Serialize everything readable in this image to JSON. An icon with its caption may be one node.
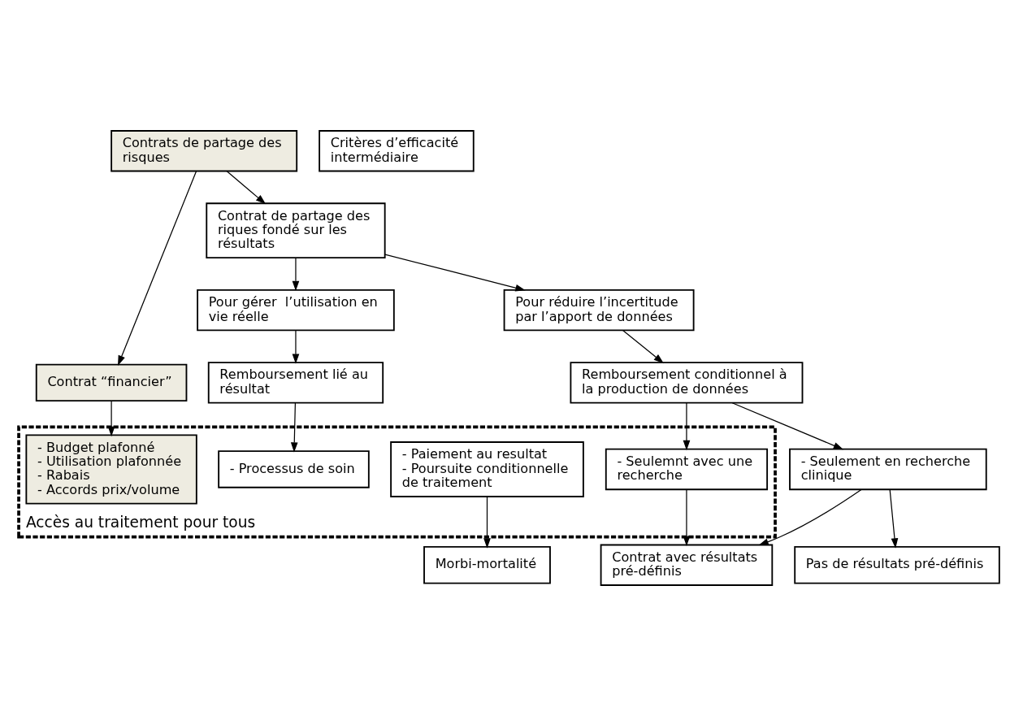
{
  "diagram": {
    "nodes": [
      {
        "text": [
          "Contrats de partage des risques"
        ]
      },
      {
        "text": [
          "Contrat “financier”"
        ]
      },
      {
        "text": [
          "Contrat de partage des riques fondé sur les résultats"
        ]
      },
      {
        "text": [
          "Pour gérer  l’utilisation en vie réelle"
        ]
      },
      {
        "text": [
          "Pour réduire l’incertitude par l’apport de données"
        ]
      },
      {
        "text": [
          "Remboursement lié au résultat"
        ]
      },
      {
        "text": [
          "Remboursement conditionnel à la production de données"
        ]
      },
      {
        "text": [
          "Accès au traitement pour tous"
        ]
      },
      {
        "text": [
          "- Budget plafonné",
          "- Utilisation plafonnée",
          "- Rabais",
          "- Accords prix/volume"
        ],
        "in": 7
      },
      {
        "text": [
          "- Paiement au resultat",
          "- Poursuite conditionnelle de traitement"
        ],
        "in": 7
      },
      {
        "text": [
          "- Processus de soin"
        ],
        "in": 7
      },
      {
        "text": [
          "- Seulemnt avec une recherche"
        ],
        "in": 7
      },
      {
        "text": [
          "- Seulement en recherche clinique"
        ]
      },
      {
        "text": [
          "Critères d’efficacité intermédiaire"
        ]
      },
      {
        "text": [
          "Morbi-mortalité"
        ]
      },
      {
        "text": [
          "Contrat avec résultats pré-définis"
        ]
      },
      {
        "text": [
          "Pas de résultats pré-définis"
        ]
      }
    ],
    "edges": [
      {
        "from": 0,
        "to": 1,
        "arrow": "to"
      },
      {
        "from": 0,
        "to": 2,
        "arrow": "to"
      },
      {
        "from": 2,
        "to": 3,
        "arrow": "to"
      },
      {
        "from": 2,
        "to": 4,
        "arrow": "to"
      },
      {
        "from": 3,
        "to": 5,
        "arrow": "to"
      },
      {
        "from": 4,
        "to": 6,
        "arrow": "to"
      },
      {
        "from": 1,
        "to": 8,
        "arrow": "to"
      },
      {
        "from": 5,
        "to": 10,
        "arrow": "to"
      },
      {
        "from": 6,
        "to": 11,
        "arrow": "to"
      },
      {
        "from": 6,
        "to": 12,
        "arrow": "to"
      },
      {
        "from": 9,
        "to": 14,
        "arrow": "to"
      },
      {
        "from": 11,
        "to": 15,
        "arrow": "to"
      },
      {
        "from": 12,
        "to": 15,
        "arrow": "to"
      },
      {
        "from": 12,
        "to": 16,
        "arrow": "to"
      }
    ]
  }
}
